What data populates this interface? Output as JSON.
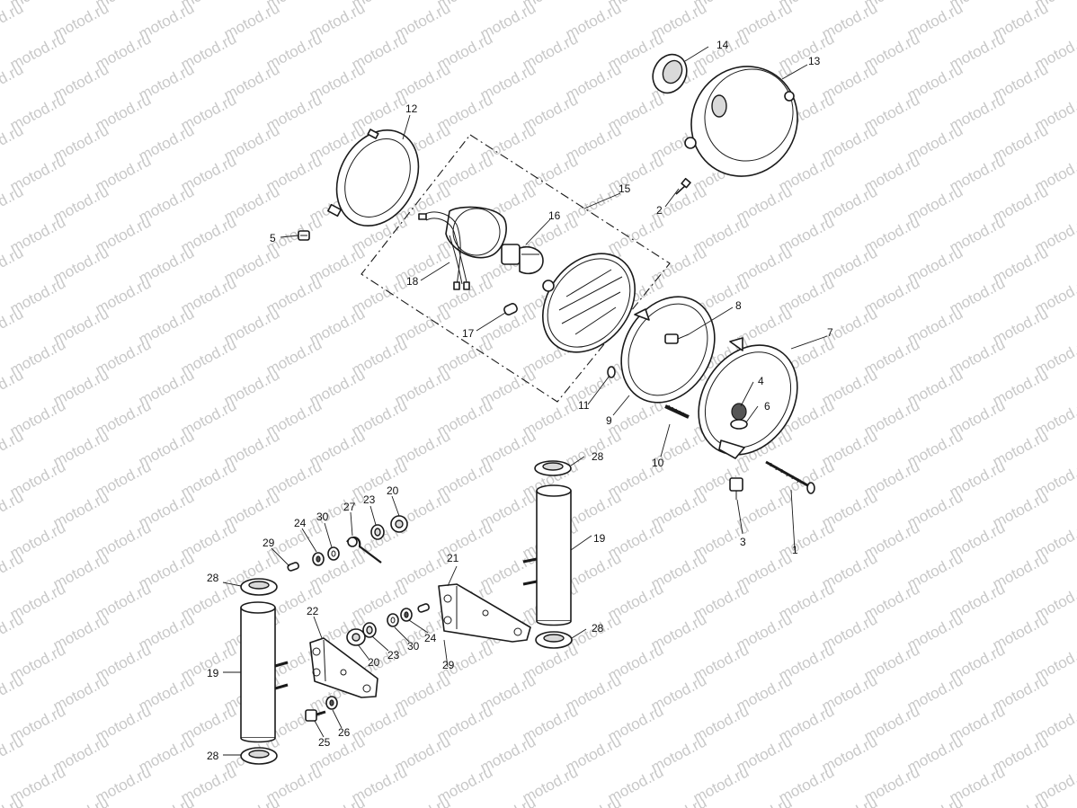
{
  "watermark": "motod.ru",
  "part_numbers": {
    "p1": "1",
    "p2": "2",
    "p3": "3",
    "p4": "4",
    "p5": "5",
    "p6": "6",
    "p7": "7",
    "p8": "8",
    "p9": "9",
    "p10": "10",
    "p11": "11",
    "p12": "12",
    "p13": "13",
    "p14": "14",
    "p15": "15",
    "p16": "16",
    "p17": "17",
    "p18": "18",
    "p19a": "19",
    "p19b": "19",
    "p20a": "20",
    "p20b": "20",
    "p21": "21",
    "p22": "22",
    "p23a": "23",
    "p23b": "23",
    "p24a": "24",
    "p24b": "24",
    "p25": "25",
    "p26": "26",
    "p27": "27",
    "p28a": "28",
    "p28b": "28",
    "p28c": "28",
    "p28d": "28",
    "p29a": "29",
    "p29b": "29",
    "p30a": "30",
    "p30b": "30"
  },
  "colors": {
    "line": "#1a1a1a",
    "watermark": "#c8c8c8",
    "background": "#ffffff"
  }
}
